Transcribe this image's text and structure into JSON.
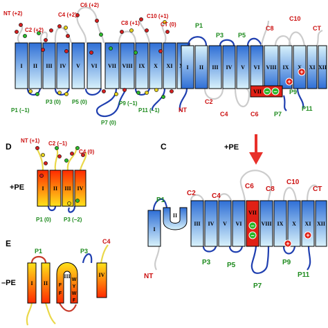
{
  "panel_letters": {
    "d": "D",
    "c": "C",
    "e": "E"
  },
  "pe": {
    "plus": "+PE",
    "minus": "–PE"
  },
  "helices": [
    "I",
    "II",
    "III",
    "IV",
    "V",
    "VI",
    "VII",
    "VIII",
    "IX",
    "X",
    "XI",
    "XII"
  ],
  "top_left": {
    "loops": [
      "NT (+2)",
      "C2 (+2)",
      "C4 (+2)",
      "C6 (+2)",
      "C8 (+1)",
      "C10 (+1)",
      "CT (0)",
      "P1 (−1)",
      "P3 (0)",
      "P5 (0)",
      "P7 (0)",
      "P9 (−1)",
      "P11 (−1)"
    ]
  },
  "top_right": {
    "loops": [
      "P1",
      "P3",
      "P5",
      "C8",
      "C10",
      "CT",
      "NT",
      "C2",
      "C4",
      "C6",
      "P7",
      "P9",
      "P11"
    ],
    "charges": [
      "+",
      "–",
      "–",
      "+"
    ]
  },
  "panel_d": {
    "helices": [
      "I",
      "II",
      "III",
      "IV"
    ],
    "loops": [
      "NT (+1)",
      "C2 (−1)",
      "C4 (0)",
      "P1 (0)",
      "P3 (−2)"
    ]
  },
  "panel_c": {
    "loops": [
      "C2",
      "C4",
      "C6",
      "C8",
      "C10",
      "CT",
      "P1",
      "P3",
      "P5",
      "P7",
      "P9",
      "P11",
      "NT"
    ],
    "charges": [
      "–",
      "–",
      "+",
      "+"
    ]
  },
  "panel_e": {
    "helices": [
      "I",
      "II",
      "III",
      "IV"
    ],
    "loops": [
      "P1",
      "P3",
      "C4"
    ],
    "residues": [
      "F",
      "F",
      "W",
      "Y",
      "W",
      "F"
    ]
  },
  "colors": {
    "blue_top": "#2f6fd6",
    "blue_bottom": "#cfeefa",
    "cyan_top": "#cfeefa",
    "cyan_bottom": "#2f6fd6",
    "red_helix": "#e02015",
    "loop_blue": "#1f3fb0",
    "loop_gray": "#cccccc",
    "loop_red": "#c83a2a",
    "loop_yellow": "#ead84a",
    "label_red": "#cc1111",
    "label_green": "#1d8a1d",
    "dot_red": "#d42020",
    "dot_green": "#2db82d",
    "dot_yellow": "#e6d21e",
    "warm_top": "#ff2000",
    "warm_bottom": "#ffe020"
  }
}
